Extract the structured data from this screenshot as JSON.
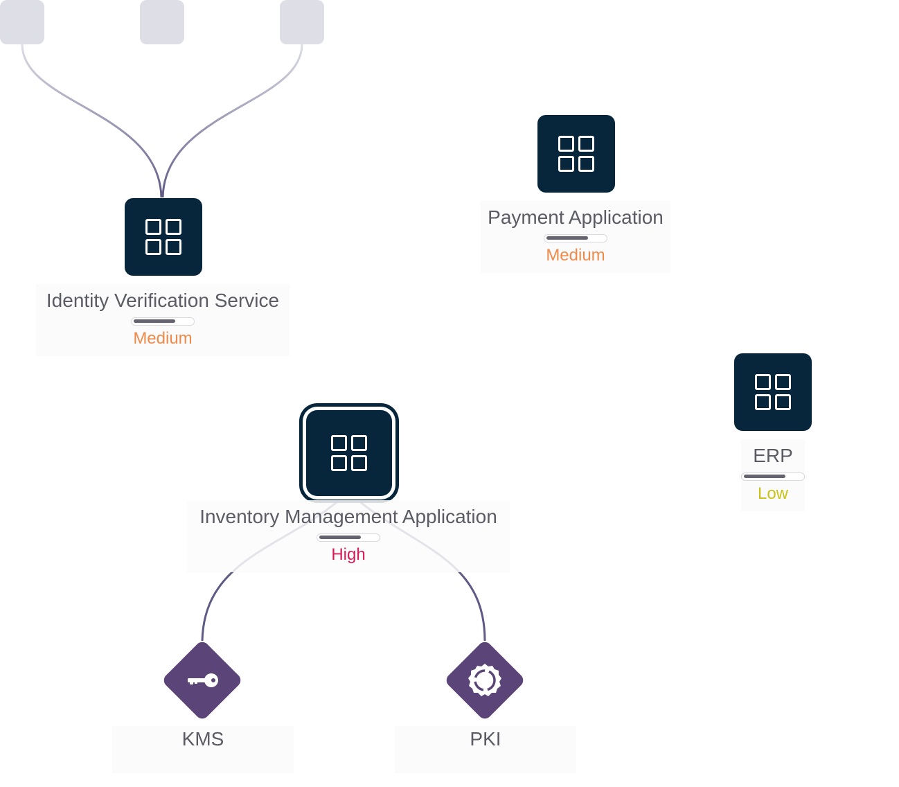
{
  "colors": {
    "node_fill": "#07263b",
    "edge": "#5e5a86",
    "stub": "#dedee6",
    "diamond_fill": "#5b4477",
    "risk_medium": "#f08a4b",
    "risk_high": "#d81b56",
    "risk_low": "#c9c21a"
  },
  "nodes": {
    "identity": {
      "title": "Identity Verification Service",
      "risk": "Medium",
      "risk_level": 0.7,
      "icon": "grid-icon"
    },
    "payment": {
      "title": "Payment Application",
      "risk": "Medium",
      "risk_level": 0.7,
      "icon": "grid-icon"
    },
    "erp": {
      "title": "ERP",
      "risk": "Low",
      "risk_level": 0.7,
      "icon": "grid-icon"
    },
    "inventory": {
      "title": "Inventory Management Application",
      "risk": "High",
      "risk_level": 0.7,
      "icon": "grid-icon",
      "selected": true
    },
    "kms": {
      "title": "KMS",
      "icon": "key-icon"
    },
    "pki": {
      "title": "PKI",
      "icon": "certificate-badge-icon"
    }
  }
}
